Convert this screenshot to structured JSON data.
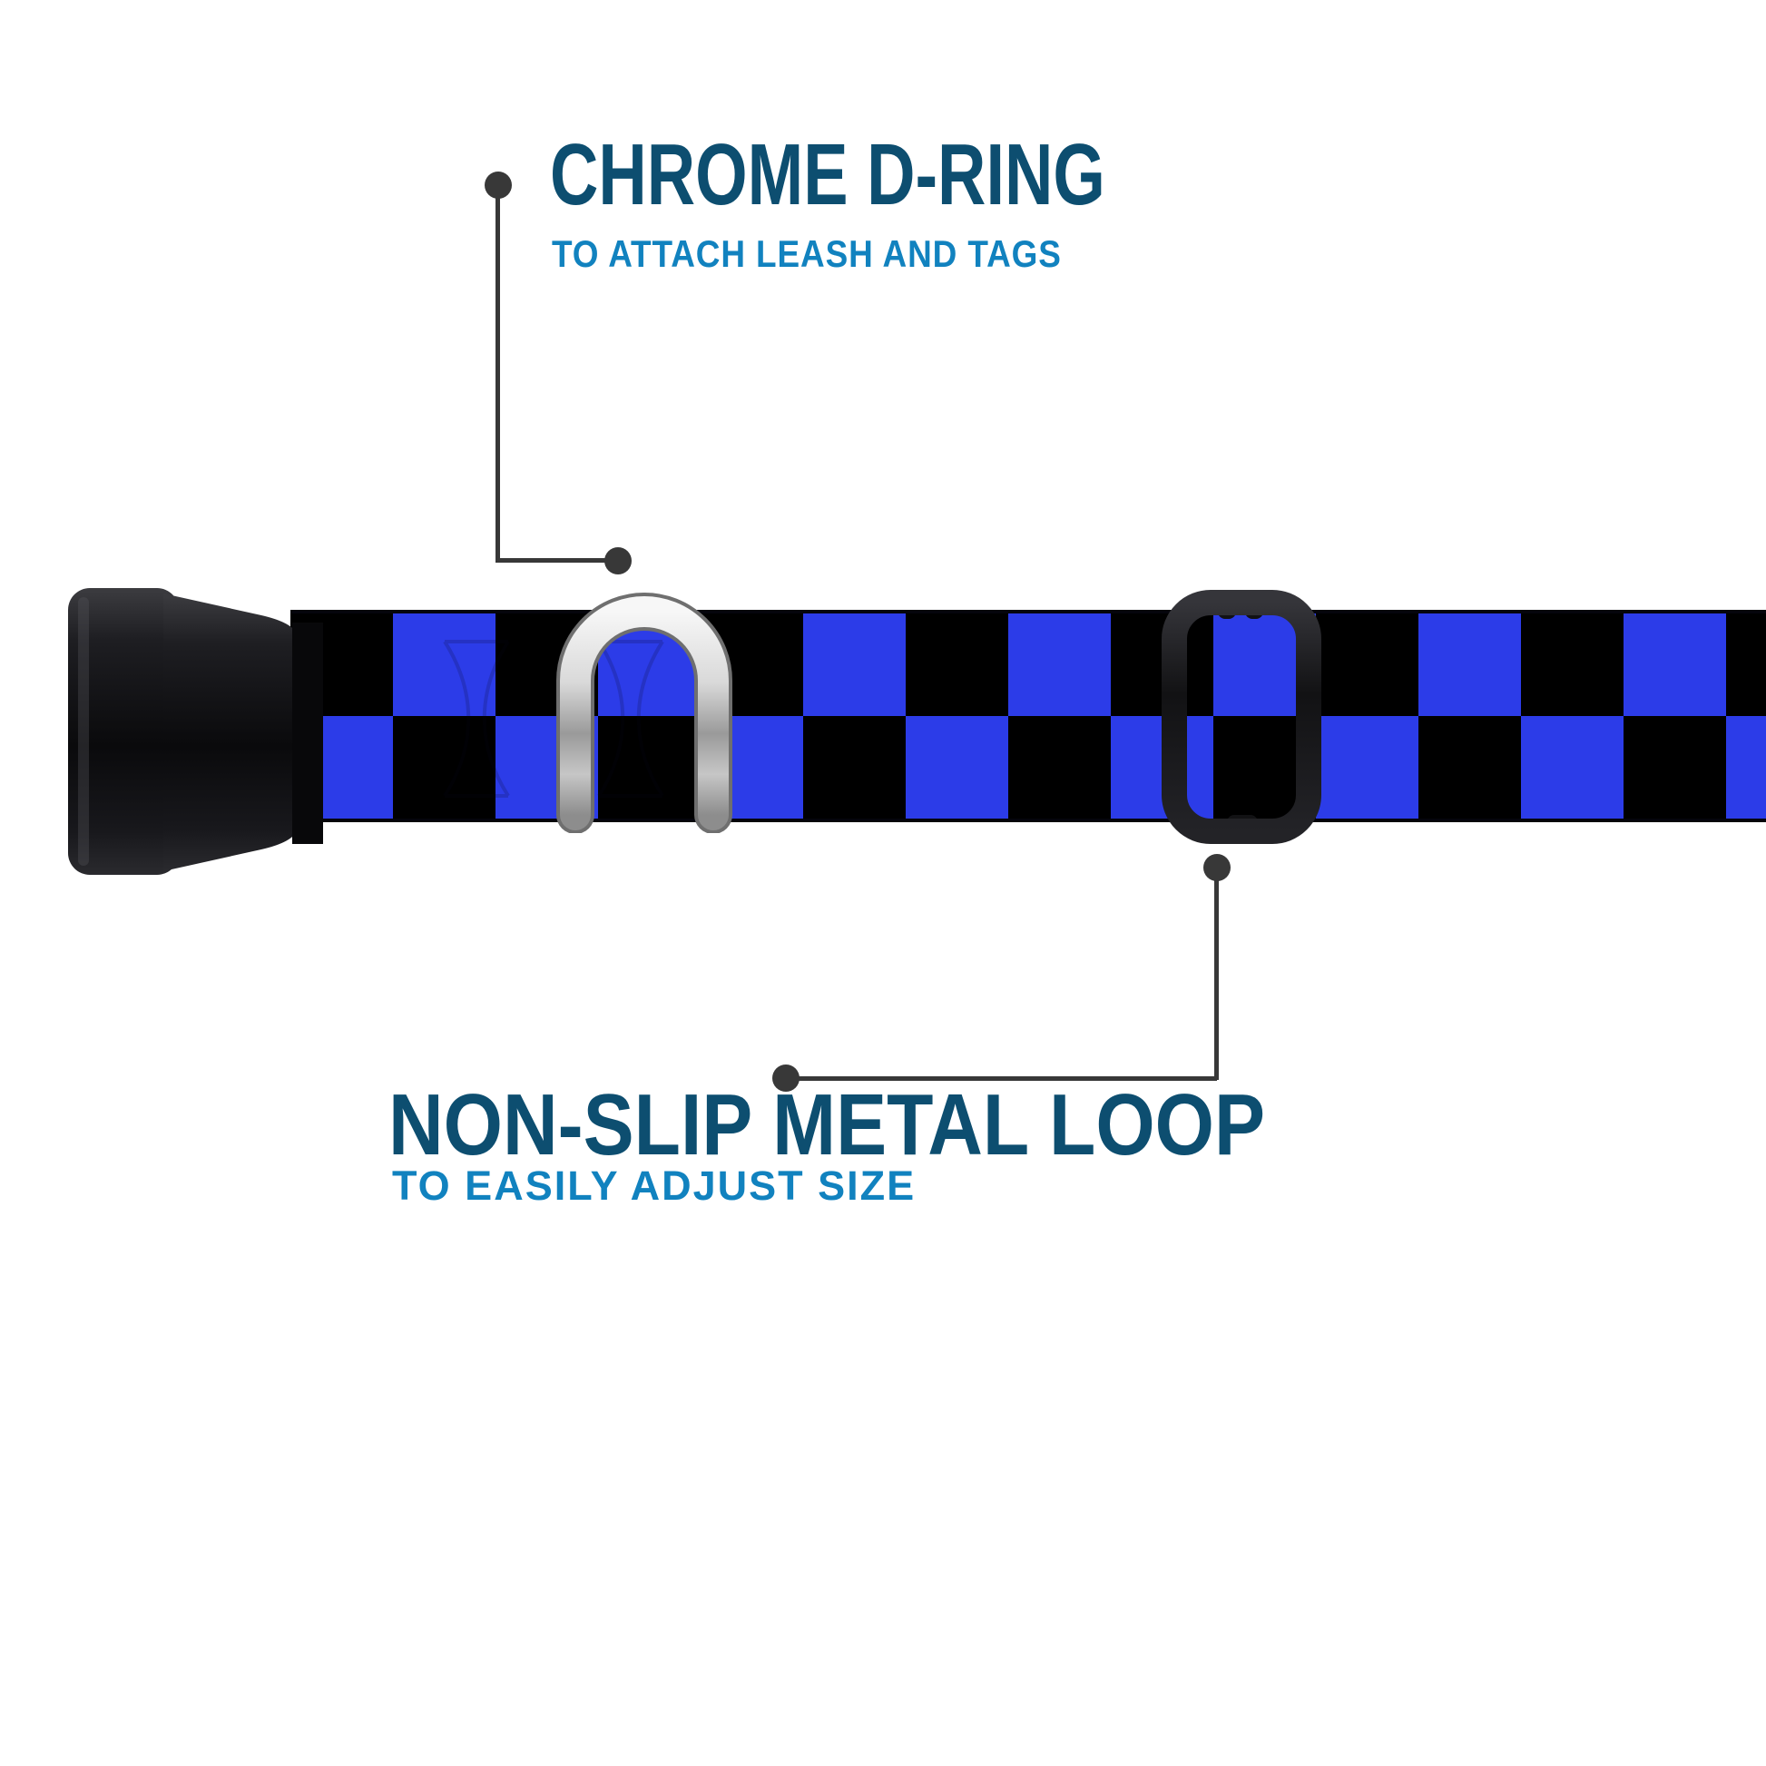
{
  "page": {
    "background": "#ffffff",
    "description": "Annotated product diagram of a blue and black checkered dog collar"
  },
  "callouts": {
    "d_ring": {
      "title": "CHROME D-RING",
      "subtitle": "TO ATTACH LEASH AND TAGS"
    },
    "metal_loop": {
      "title": "NON-SLIP METAL LOOP",
      "subtitle": "TO EASILY ADJUST SIZE"
    }
  },
  "parts": {
    "buckle": "black plastic side-release buckle",
    "strap": "blue and black checkered webbing strap",
    "d_ring": "chrome d-ring",
    "adjuster": "non-slip metal adjustment loop"
  },
  "colors": {
    "page_background": "#ffffff",
    "title_text": "#0d4e70",
    "subtitle_text": "#1182bf",
    "collar_blue": "#2c3ce8",
    "collar_black": "#000000",
    "callout_line": "#383838",
    "chrome_light": "#f0f0f0",
    "chrome_dark": "#8d8d8d",
    "plastic_black": "#141416"
  }
}
